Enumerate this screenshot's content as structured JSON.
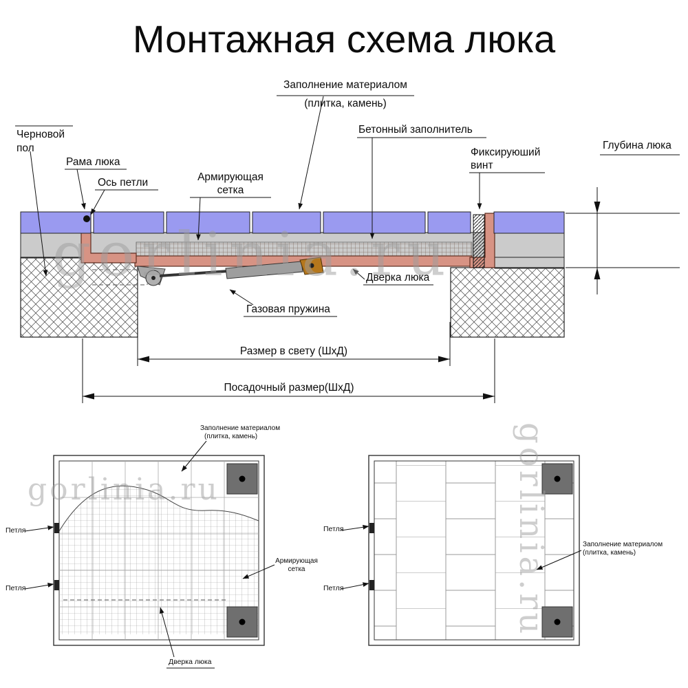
{
  "title": "Монтажная схема люка",
  "watermark": "gorlinia.ru",
  "section": {
    "fill_material_l1": "Заполнение материалом",
    "fill_material_l2": "(плитка, камень)",
    "concrete_filler": "Бетонный заполнитель",
    "rough_floor_l1": "Черновой",
    "rough_floor_l2": "пол",
    "frame": "Рама люка",
    "hinge_axis": "Ось петли",
    "mesh_l1": "Армирующая",
    "mesh_l2": "сетка",
    "screw_l1": "Фиксируюший",
    "screw_l2": "винт",
    "depth": "Глубина люка",
    "door": "Дверка люка",
    "gas_spring": "Газовая пружина",
    "clear_size": "Размер в свету (ШхД)",
    "mounting_size": "Посадочный размер(ШхД)"
  },
  "plan_left": {
    "fill_material_l1": "Заполнение материалом",
    "fill_material_l2": "(плитка, камень)",
    "hinge_top": "Петля",
    "hinge_bottom": "Петля",
    "mesh_l1": "Армирующая",
    "mesh_l2": "сетка",
    "door": "Дверка люка"
  },
  "plan_right": {
    "hinge_top": "Петля",
    "hinge_bottom": "Петля",
    "fill_material_l1": "Заполнение материалом",
    "fill_material_l2": "(плитка, камень)"
  },
  "colors": {
    "tile_fill": "#9a9af0",
    "screed_fill": "#cbcbcb",
    "frame_fill": "#d79384",
    "spring_fill": "#9e9e9e",
    "bracket_fill": "#b5771c",
    "plate_fill": "#6f6f6f",
    "watermark": "#9e9e9e"
  }
}
